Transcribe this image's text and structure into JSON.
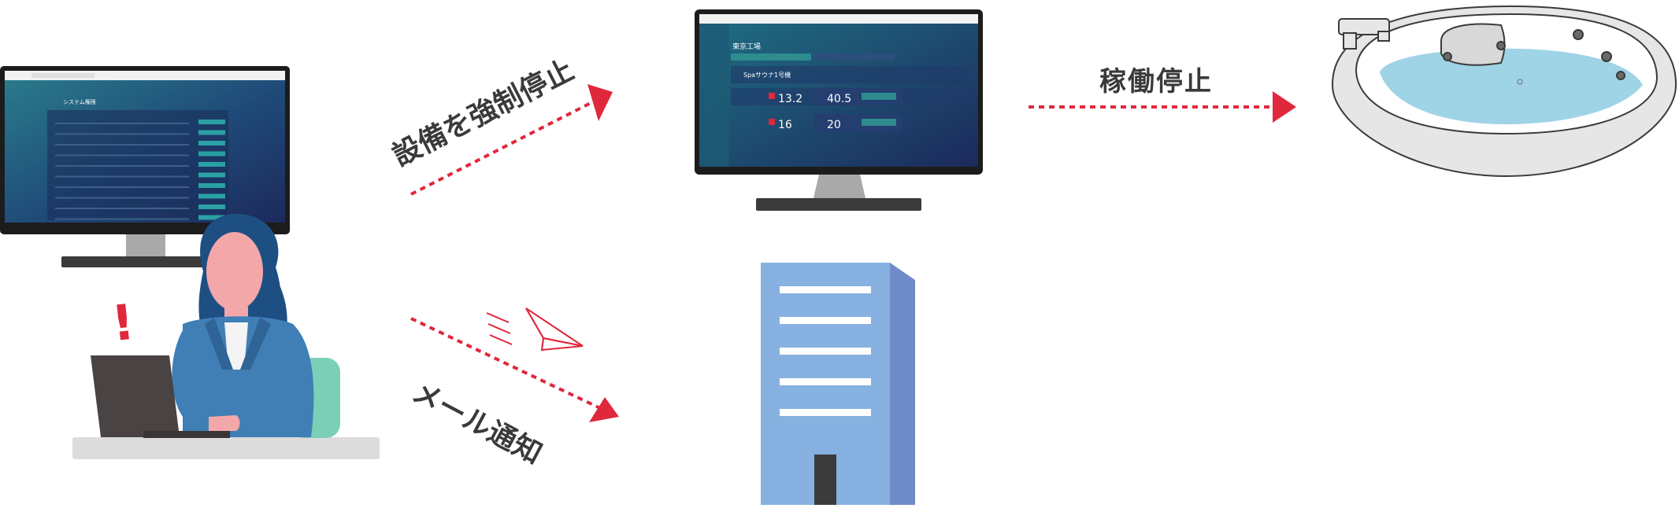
{
  "labels": {
    "force_stop": "設備を強制停止",
    "mail_notify": "メール通知",
    "operation_stop": "稼働停止"
  },
  "alert_mark": "!",
  "left_monitor": {
    "title": "システム権限",
    "rows": 10
  },
  "center_monitor": {
    "page_title": "東京工場",
    "device_name": "Spaサウナ1号機",
    "temp1": "13.2",
    "temp1_set": "40.5",
    "temp2": "16",
    "temp2_set": "20"
  },
  "colors": {
    "arrow_red": "#e0283c",
    "screen_dark": "#1c2a5c",
    "screen_teal": "#2a7d8c",
    "building_front": "#86b1e0",
    "building_side": "#6f8cc8",
    "jacket": "#3f7fb5",
    "hair": "#1e4f83",
    "skin": "#f4a7a9",
    "water": "#9fd3e6"
  }
}
